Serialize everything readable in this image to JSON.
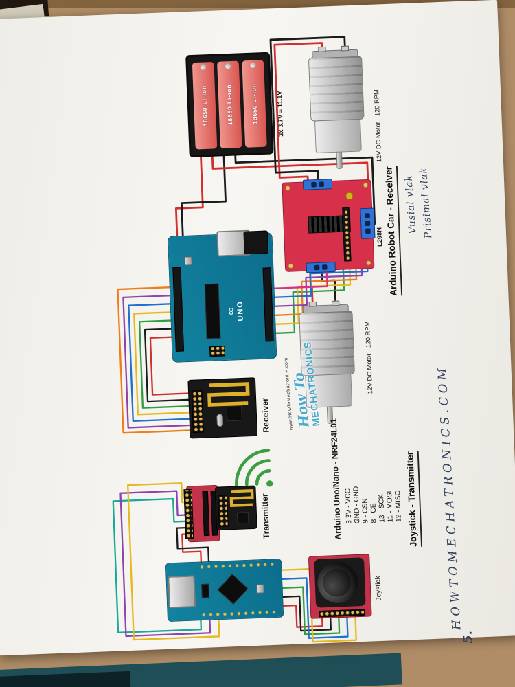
{
  "handwriting": {
    "note_line1": "Vusial vlak",
    "note_line2": "Prisimal vlak",
    "website": "HOWTOMECHATRONICS.COM",
    "page_number": "5."
  },
  "receiver": {
    "title": "Arduino Robot Car - Receiver",
    "battery": {
      "cell": "18650 Li-ion",
      "voltage": "3x 3.7V = 11.1V"
    },
    "motor_right_label": "12V DC Motor - 120 RPM",
    "motor_left_label": "12V DC Motor - 120 RPM",
    "driver": "L298N",
    "uno_logo": "UNO",
    "uno_infinity": "∞",
    "nrf": "Receiver"
  },
  "pinout": {
    "title": "Arduino Uno/Nano - NRF24L01",
    "pins": [
      "3.3V - VCC",
      "GND - GND",
      "9 - CSN",
      "8 - CE",
      "13 - SCK",
      "11 - MOSI",
      "12 - MISO"
    ]
  },
  "transmitter": {
    "title": "Joystick - Transmitter",
    "nrf": "Transmitter",
    "joystick": "Joystick"
  },
  "watermark": {
    "url": "www.HowToMechatronics.com",
    "line1": "How To",
    "line2": "MECHATRONICS"
  },
  "colors": {
    "table": "#b08d67",
    "paper": "#f4f3ef",
    "pcb_teal": "#0e7a99",
    "driver_red": "#d6304a",
    "module_red": "#c2334a",
    "battery_red": "#e06460",
    "logo_blue": "#2d9ec6",
    "wifi_green": "#3c9e42",
    "wire_red": "#d32f2f",
    "wire_black": "#1b1b1b",
    "wire_green": "#2f9e44",
    "wire_yellow": "#e6b91e",
    "wire_orange": "#ef7d1a",
    "wire_purple": "#8e44ad",
    "wire_blue": "#1e6fd0",
    "wire_magenta": "#d63384",
    "wire_teal": "#18a999"
  }
}
